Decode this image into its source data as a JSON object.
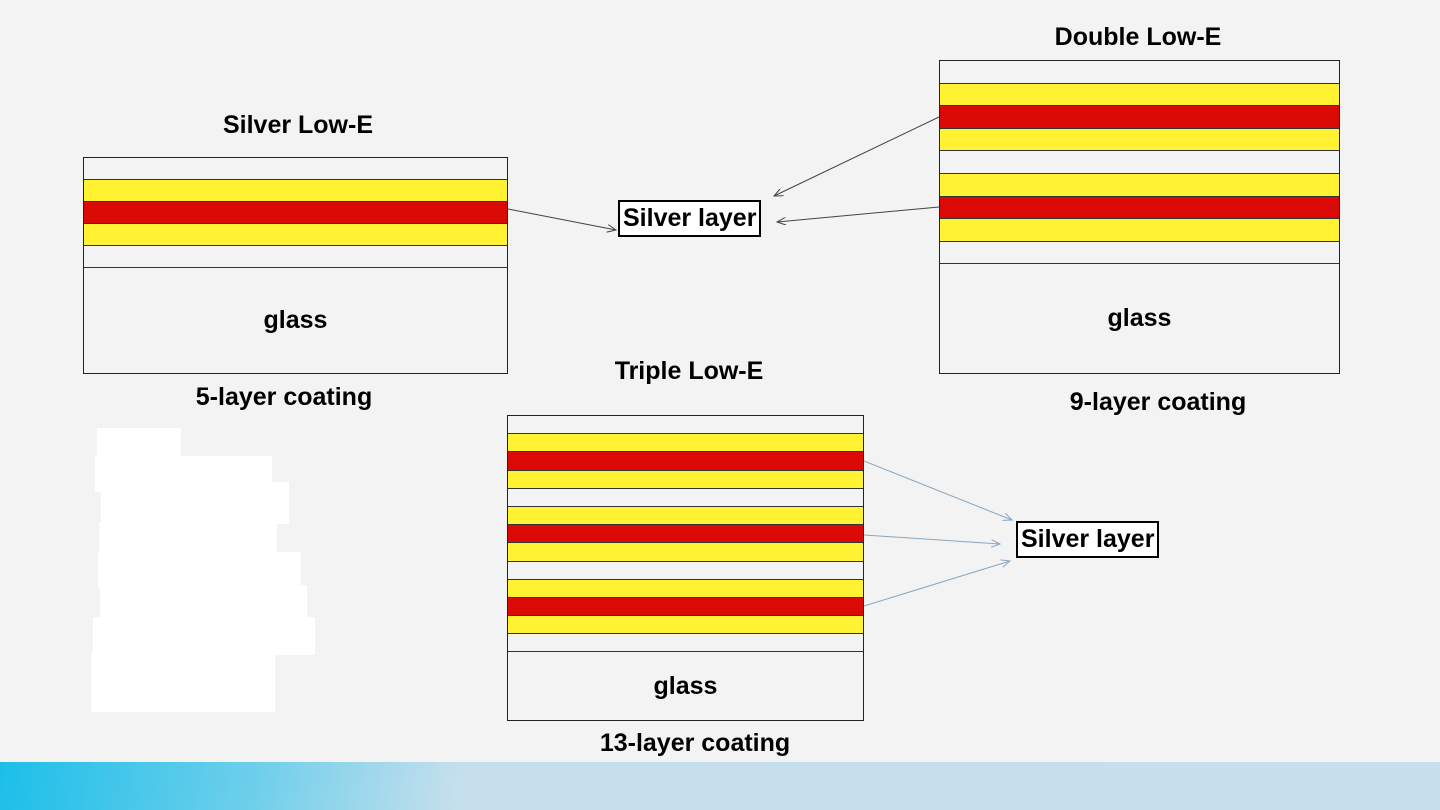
{
  "colors": {
    "clear": "#f3f3f3",
    "yellow": "#fef233",
    "red": "#dc0a04"
  },
  "diagrams": {
    "single": {
      "title": "Silver Low-E",
      "caption": "5-layer coating",
      "glass_label": "glass",
      "layers": [
        "clear",
        "yellow",
        "red",
        "yellow",
        "clear"
      ]
    },
    "double": {
      "title": "Double Low-E",
      "caption": "9-layer coating",
      "glass_label": "glass",
      "layers": [
        "clear",
        "yellow",
        "red",
        "yellow",
        "clear",
        "yellow",
        "red",
        "yellow",
        "clear"
      ]
    },
    "triple": {
      "title": "Triple Low-E",
      "caption": "13-layer coating",
      "glass_label": "glass",
      "layers": [
        "clear",
        "yellow",
        "red",
        "yellow",
        "clear",
        "yellow",
        "red",
        "yellow",
        "clear",
        "yellow",
        "red",
        "yellow",
        "clear"
      ]
    }
  },
  "callouts": {
    "top": "Silver layer",
    "bottom": "Silver layer"
  }
}
